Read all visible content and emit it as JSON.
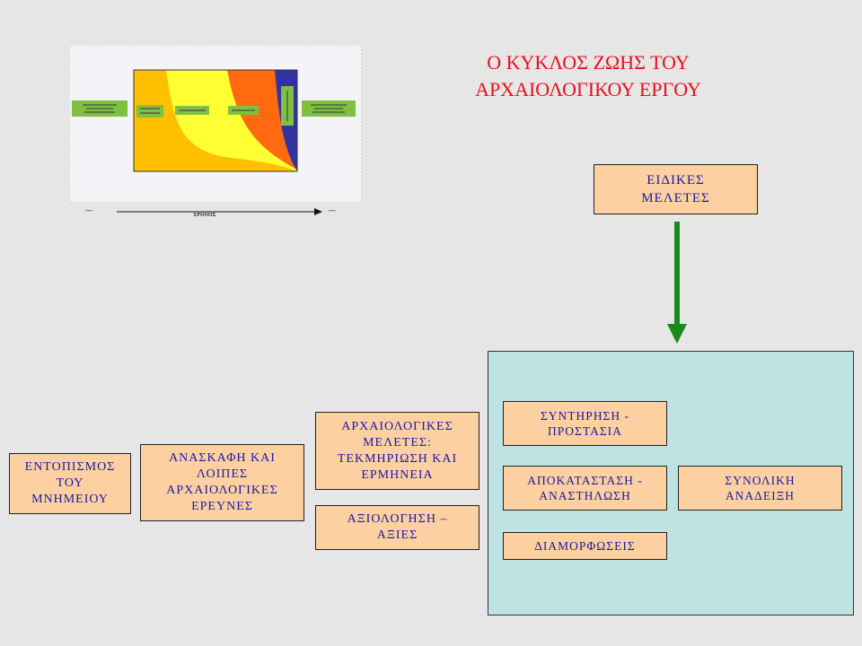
{
  "title": "Ο ΚΥΚΛΟΣ ΖΩΗΣ ΤΟΥ\nΑΡΧΑΙΟΛΟΓΙΚΟΥ ΕΡΓΟΥ",
  "colors": {
    "title": "#e8101a",
    "box_fill": "#fcd0a1",
    "box_text": "#1a1aa6",
    "panel_fill": "#bfe2e3",
    "arrow": "#1a8a1a",
    "background": "#e6e6e6"
  },
  "boxes": {
    "entopismos": "ΕΝΤΟΠΙΣΜΟΣ\nΤΟΥ\nΜΝΗΜΕΙΟΥ",
    "anaskafi": "ΑΝΑΣΚΑΦΗ ΚΑΙ\nΛΟΙΠΕΣ\nΑΡΧΑΙΟΛΟΓΙΚΕΣ\nΕΡΕΥΝΕΣ",
    "meletes": "ΑΡΧΑΙΟΛΟΓΙΚΕΣ\nΜΕΛΕΤΕΣ:\nΤΕΚΜΗΡΙΩΣΗ ΚΑΙ\nΕΡΜΗΝΕΙΑ",
    "axiologisi": "ΑΞΙΟΛΟΓΗΣΗ –\nΑΞΙΕΣ",
    "eidikes": "ΕΙΔΙΚΕΣ\nΜΕΛΕΤΕΣ",
    "syntirisi": "ΣΥΝΤΗΡΗΣΗ -\nΠΡΟΣΤΑΣΙΑ",
    "apokatastasi": "ΑΠΟΚΑΤΑΣΤΑΣΗ -\nΑΝΑΣΤΗΛΩΣΗ",
    "diamorfoseis": "ΔΙΑΜΟΡΦΩΣΕΙΣ",
    "synoliki": "ΣΥΝΟΛΙΚΗ\nΑΝΑΔΕΙΞΗ"
  },
  "mini_chart": {
    "time_label": "ΧΡΟΝΟΣ",
    "left_end": "---",
    "right_end": "---"
  }
}
